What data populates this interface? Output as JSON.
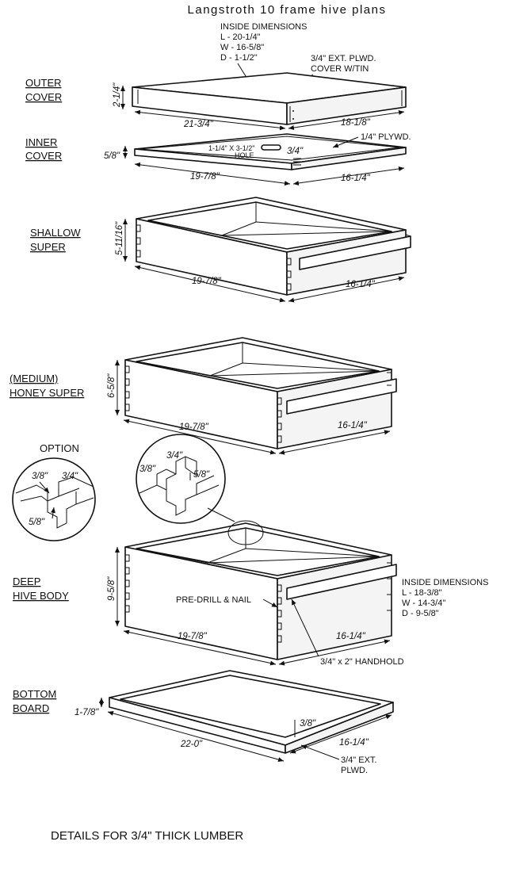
{
  "title": "Langstroth 10 frame hive plans",
  "footer": "DETAILS FOR 3/4\" THICK LUMBER",
  "outer_cover": {
    "label": [
      "OUTER",
      "COVER"
    ],
    "inside_title": "INSIDE DIMENSIONS",
    "inside_l": "L - 20-1/4\"",
    "inside_w": "W - 16-5/8\"",
    "inside_d": "D - 1-1/2\"",
    "material": [
      "3/4\" EXT. PLWD.",
      "COVER W/TIN"
    ],
    "height": "2-1/4\"",
    "length": "21-3/4\"",
    "width": "18-1/8\""
  },
  "inner_cover": {
    "label": [
      "INNER",
      "COVER"
    ],
    "material": "1/4\" PLYWD.",
    "hole": [
      "1-1/4\" X 3-1/2\"",
      "HOLE"
    ],
    "rim": "3/4\"",
    "height": "5/8\"",
    "length": "19-7/8\"",
    "width": "16-1/4\""
  },
  "shallow_super": {
    "label": [
      "SHALLOW",
      "SUPER"
    ],
    "height": "5-11/16\"",
    "length": "19-7/8\"",
    "width": "16-1/4\""
  },
  "medium_super": {
    "label": [
      "(MEDIUM)",
      "HONEY SUPER"
    ],
    "height": "6-5/8\"",
    "length": "19-7/8\"",
    "width": "16-1/4\""
  },
  "option": {
    "label": "OPTION",
    "a": "3/8\"",
    "b": "3/4\"",
    "c": "5/8\""
  },
  "detail": {
    "a": "3/8\"",
    "b": "3/4\"",
    "c": "5/8\""
  },
  "deep_body": {
    "label": [
      "DEEP",
      "HIVE BODY"
    ],
    "height": "9-5/8\"",
    "length": "19-7/8\"",
    "width": "16-1/4\"",
    "nail_note": "PRE-DRILL & NAIL",
    "handhold": "3/4\" x 2\" HANDHOLD",
    "inside_title": "INSIDE DIMENSIONS",
    "inside_l": "L - 18-3/8\"",
    "inside_w": "W - 14-3/4\"",
    "inside_d": "D - 9-5/8\""
  },
  "bottom_board": {
    "label": [
      "BOTTOM",
      "BOARD"
    ],
    "height": "1-7/8\"",
    "length": "22-0\"",
    "width": "16-1/4\"",
    "rim": "3/8\"",
    "material": [
      "3/4\" EXT.",
      "PLWD."
    ]
  }
}
